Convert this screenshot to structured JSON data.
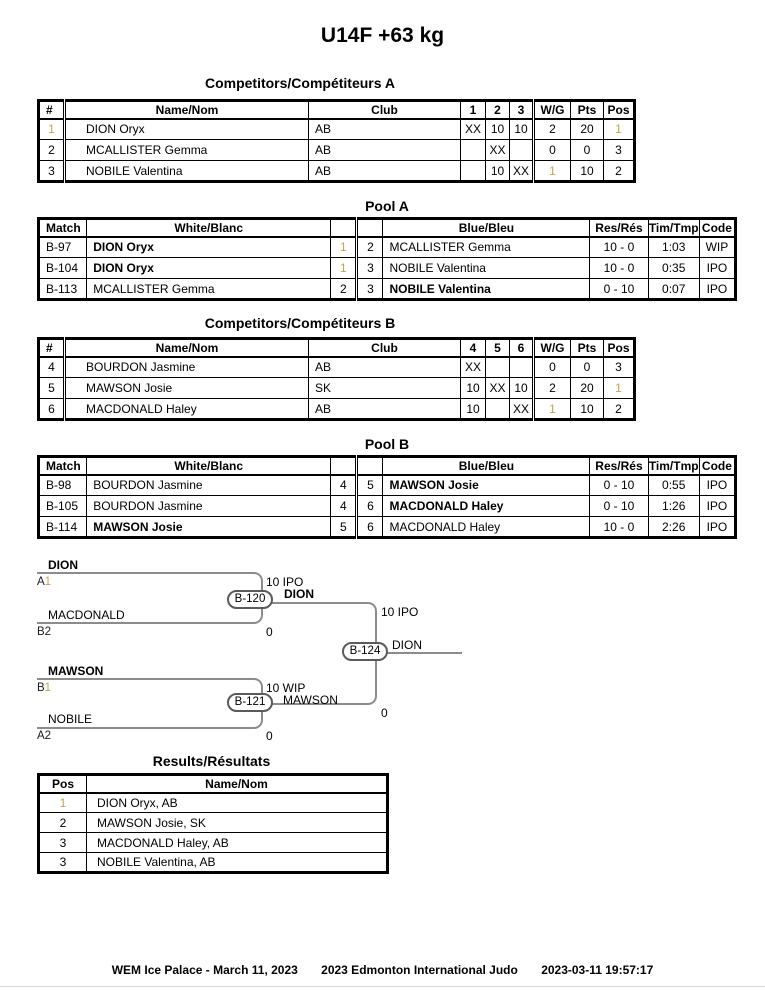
{
  "page_title": "U14F +63 kg",
  "colors": {
    "gold_highlight": "#c8a050"
  },
  "competitors_a": {
    "title": "Competitors/Compétiteurs A",
    "headers": [
      "#",
      "Name/Nom",
      "Club",
      "1",
      "2",
      "3",
      "W/G",
      "Pts",
      "Pos"
    ],
    "rows": [
      {
        "num": "1",
        "name": "DION Oryx",
        "club": "AB",
        "c1": "XX",
        "c2": "10",
        "c3": "10",
        "wg": "2",
        "pts": "20",
        "pos": "1"
      },
      {
        "num": "2",
        "name": "MCALLISTER Gemma",
        "club": "AB",
        "c1": "",
        "c2": "XX",
        "c3": "",
        "wg": "0",
        "pts": "0",
        "pos": "3"
      },
      {
        "num": "3",
        "name": "NOBILE Valentina",
        "club": "AB",
        "c1": "",
        "c2": "10",
        "c3": "XX",
        "wg": "1",
        "pts": "10",
        "pos": "2"
      }
    ]
  },
  "pool_a": {
    "title": "Pool A",
    "headers": [
      "Match",
      "White/Blanc",
      "Blue/Bleu",
      "Res/Rés",
      "Tim/Tmp",
      "Code"
    ],
    "rows": [
      {
        "match": "B-97",
        "white": "DION Oryx",
        "ws": "1",
        "bs": "2",
        "blue": "MCALLISTER Gemma",
        "res": "10 - 0",
        "time": "1:03",
        "code": "WIP"
      },
      {
        "match": "B-104",
        "white": "DION Oryx",
        "ws": "1",
        "bs": "3",
        "blue": "NOBILE Valentina",
        "res": "10 - 0",
        "time": "0:35",
        "code": "IPO"
      },
      {
        "match": "B-113",
        "white": "MCALLISTER Gemma",
        "ws": "2",
        "bs": "3",
        "blue": "NOBILE Valentina",
        "res": "0 - 10",
        "time": "0:07",
        "code": "IPO"
      }
    ]
  },
  "competitors_b": {
    "title": "Competitors/Compétiteurs B",
    "headers": [
      "#",
      "Name/Nom",
      "Club",
      "4",
      "5",
      "6",
      "W/G",
      "Pts",
      "Pos"
    ],
    "rows": [
      {
        "num": "4",
        "name": "BOURDON Jasmine",
        "club": "AB",
        "c1": "XX",
        "c2": "",
        "c3": "",
        "wg": "0",
        "pts": "0",
        "pos": "3"
      },
      {
        "num": "5",
        "name": "MAWSON Josie",
        "club": "SK",
        "c1": "10",
        "c2": "XX",
        "c3": "10",
        "wg": "2",
        "pts": "20",
        "pos": "1"
      },
      {
        "num": "6",
        "name": "MACDONALD Haley",
        "club": "AB",
        "c1": "10",
        "c2": "",
        "c3": "XX",
        "wg": "1",
        "pts": "10",
        "pos": "2"
      }
    ]
  },
  "pool_b": {
    "title": "Pool B",
    "headers": [
      "Match",
      "White/Blanc",
      "Blue/Bleu",
      "Res/Rés",
      "Tim/Tmp",
      "Code"
    ],
    "rows": [
      {
        "match": "B-98",
        "white": "BOURDON Jasmine",
        "ws": "4",
        "bs": "5",
        "blue": "MAWSON Josie",
        "res": "0 - 10",
        "time": "0:55",
        "code": "IPO"
      },
      {
        "match": "B-105",
        "white": "BOURDON Jasmine",
        "ws": "4",
        "bs": "6",
        "blue": "MACDONALD Haley",
        "res": "0 - 10",
        "time": "1:26",
        "code": "IPO"
      },
      {
        "match": "B-114",
        "white": "MAWSON Josie",
        "ws": "5",
        "bs": "6",
        "blue": "MACDONALD Haley",
        "res": "10 - 0",
        "time": "2:26",
        "code": "IPO"
      }
    ]
  },
  "bracket": {
    "entrants": [
      {
        "name": "DION",
        "seed_letter": "A",
        "seed_num": "1"
      },
      {
        "name": "MACDONALD",
        "seed_letter": "B",
        "seed_num": "2"
      },
      {
        "name": "MAWSON",
        "seed_letter": "B",
        "seed_num": "1"
      },
      {
        "name": "NOBILE",
        "seed_letter": "A",
        "seed_num": "2"
      }
    ],
    "semifinal1": {
      "code": "B-120",
      "top_score": "10 IPO",
      "bottom_score": "0",
      "winner": "DION"
    },
    "semifinal2": {
      "code": "B-121",
      "top_score": "10 WIP",
      "bottom_score": "0",
      "winner": "MAWSON"
    },
    "final": {
      "code": "B-124",
      "top_score": "10 IPO",
      "bottom_score": "0",
      "winner": "DION"
    }
  },
  "results": {
    "title": "Results/Résultats",
    "headers": [
      "Pos",
      "Name/Nom"
    ],
    "rows": [
      {
        "pos": "1",
        "name": "DION Oryx, AB"
      },
      {
        "pos": "2",
        "name": "MAWSON Josie, SK"
      },
      {
        "pos": "3",
        "name": "MACDONALD Haley, AB"
      },
      {
        "pos": "3",
        "name": "NOBILE Valentina, AB"
      }
    ]
  },
  "footer": {
    "venue_date": "WEM Ice Palace - March 11, 2023",
    "event": "2023 Edmonton International Judo",
    "timestamp": "2023-03-11 19:57:17"
  }
}
